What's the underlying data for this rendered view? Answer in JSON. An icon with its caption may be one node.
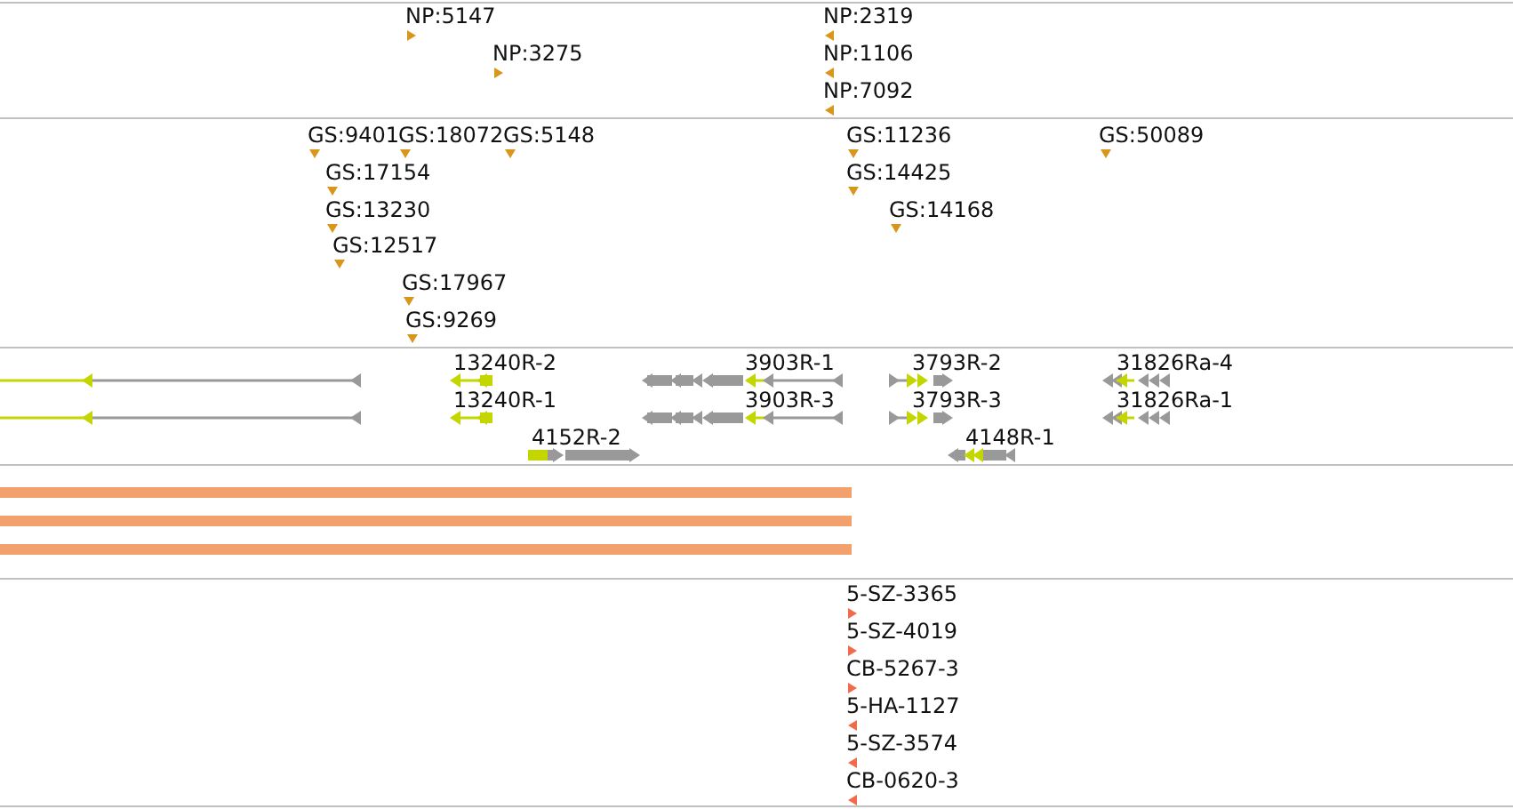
{
  "diagram": {
    "labels": [
      "NP:5147",
      "NP:2319",
      "NP:3275",
      "NP:1106",
      "NP:7092",
      "GS:9401",
      "GS:18072",
      "GS:5148",
      "GS:11236",
      "GS:50089",
      "GS:17154",
      "GS:14425",
      "GS:13230",
      "GS:14168",
      "GS:12517",
      "GS:17967",
      "GS:9269",
      "13240R-2",
      "3903R-1",
      "3793R-2",
      "31826Ra-4",
      "13240R-1",
      "3903R-3",
      "3793R-3",
      "31826Ra-1",
      "4152R-2",
      "4148R-1",
      "5-SZ-3365",
      "5-SZ-4019",
      "CB-5267-3",
      "5-HA-1127",
      "5-SZ-3574",
      "CB-0620-3"
    ]
  }
}
